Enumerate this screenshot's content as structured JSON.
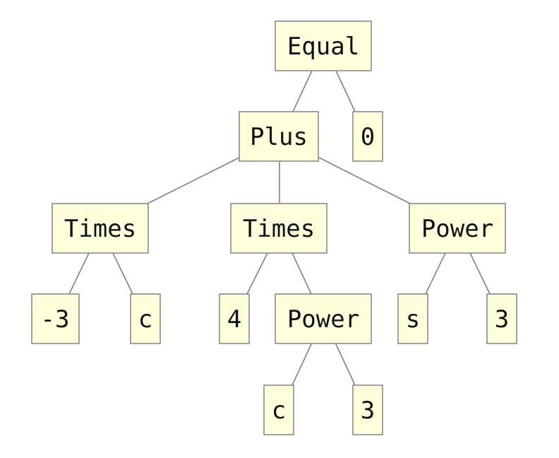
{
  "tree": {
    "node_fill": "#ffffdc",
    "node_border": "#8a8a8a",
    "edge_color": "#8c7a7f",
    "nodes": {
      "equal": "Equal",
      "zero": "0",
      "plus": "Plus",
      "times1": "Times",
      "times2": "Times",
      "power1": "Power",
      "neg3": "-3",
      "c1": "c",
      "four": "4",
      "power2": "Power",
      "s": "s",
      "three1": "3",
      "c2": "c",
      "three2": "3"
    }
  }
}
